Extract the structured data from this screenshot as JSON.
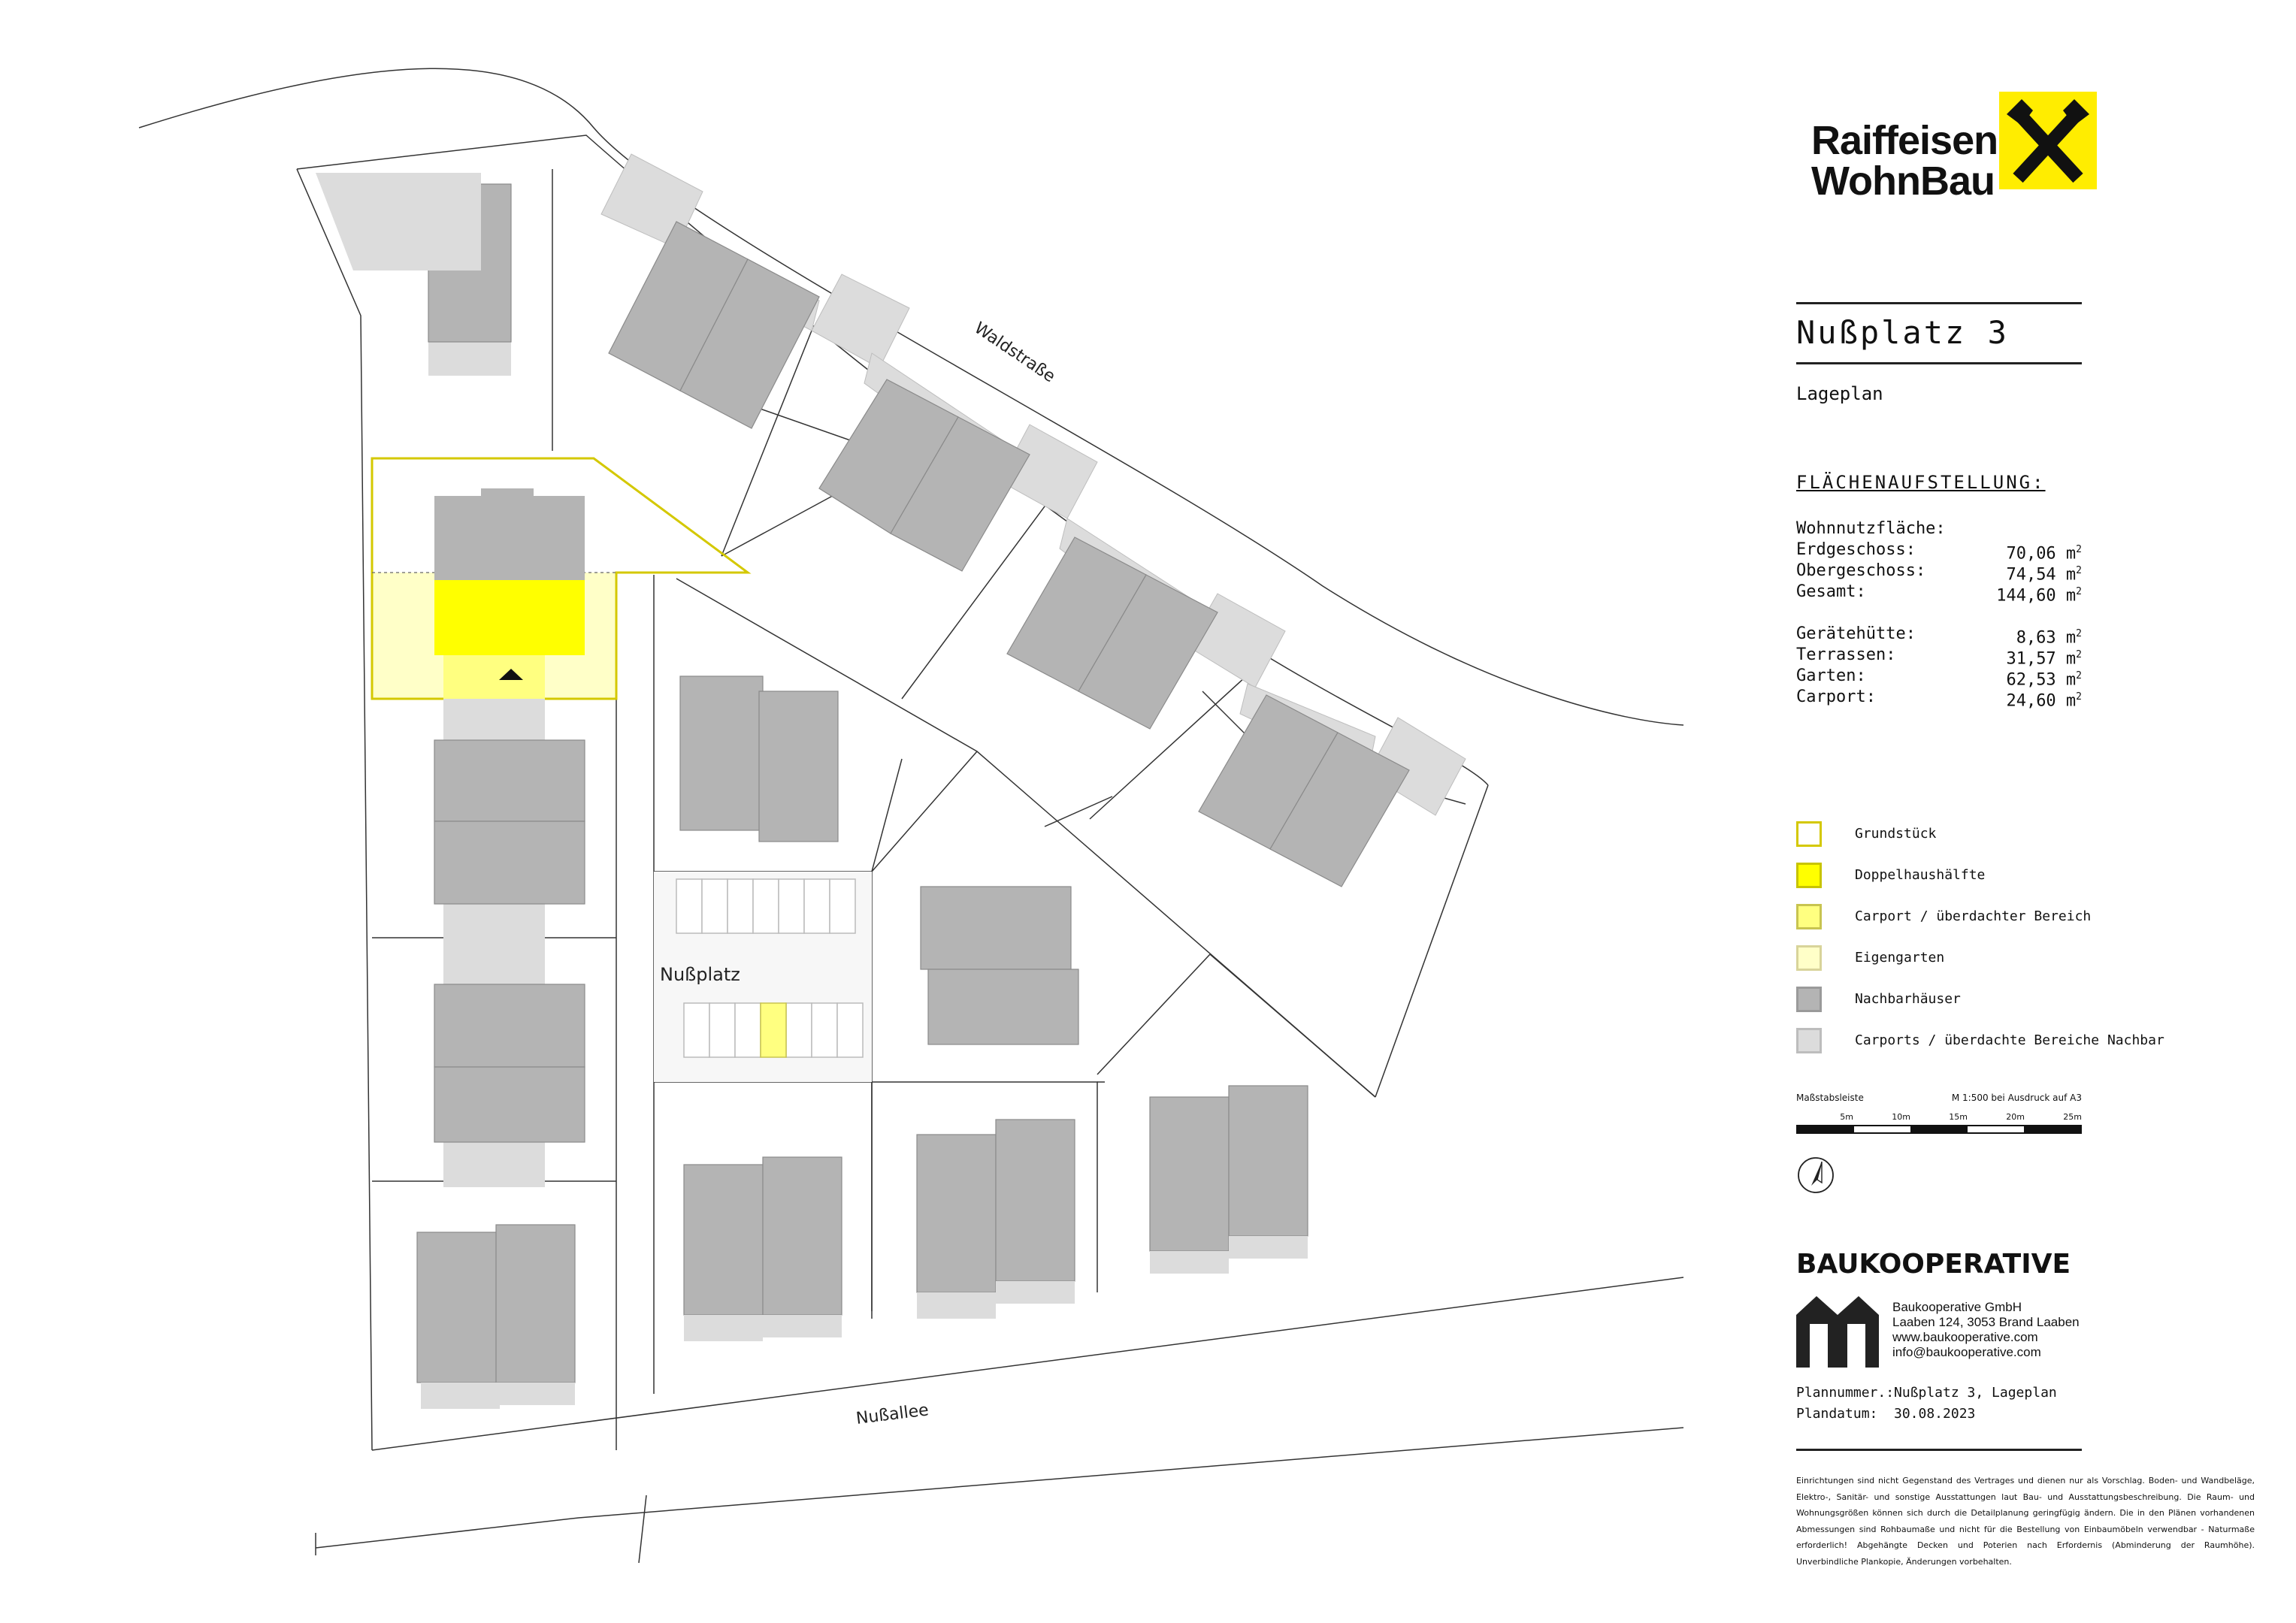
{
  "plan": {
    "streets": {
      "north": "Waldstraße",
      "south": "Nußallee"
    },
    "place": "Nußplatz"
  },
  "logo": {
    "line1": "Raiffeisen",
    "line2": "WohnBau"
  },
  "title": "Nußplatz 3",
  "subtitle": "Lageplan",
  "area_section": {
    "heading": "FLÄCHENAUFSTELLUNG:",
    "wohnnutz_label": "Wohnnutzfläche:",
    "rows": [
      {
        "label": "Erdgeschoss:",
        "value": "70,06 m"
      },
      {
        "label": "Obergeschoss:",
        "value": "74,54 m"
      },
      {
        "label": "Gesamt:",
        "value": "144,60 m"
      }
    ],
    "extra_rows": [
      {
        "label": "Gerätehütte:",
        "value": "8,63 m"
      },
      {
        "label": "Terrassen:",
        "value": "31,57 m"
      },
      {
        "label": "Garten:",
        "value": "62,53 m"
      },
      {
        "label": "Carport:",
        "value": "24,60 m"
      }
    ],
    "unit_superscript": "2"
  },
  "legend": [
    {
      "label": "Grundstück",
      "fill": "#ffffff",
      "border": "#d4c800"
    },
    {
      "label": "Doppelhaushälfte",
      "fill": "#ffff00",
      "border": "#c8c400"
    },
    {
      "label": "Carport / überdachter Bereich",
      "fill": "#ffff80",
      "border": "#c8c450"
    },
    {
      "label": "Eigengarten",
      "fill": "#ffffc8",
      "border": "#d8d49a"
    },
    {
      "label": "Nachbarhäuser",
      "fill": "#b4b4b4",
      "border": "#9a9a9a"
    },
    {
      "label": "Carports / überdachte Bereiche Nachbar",
      "fill": "#dcdcdc",
      "border": "#bdbdbd"
    }
  ],
  "scale": {
    "label": "Maßstabsleiste",
    "note": "M 1:500 bei Ausdruck auf A3",
    "ticks": [
      "5m",
      "10m",
      "15m",
      "20m",
      "25m"
    ]
  },
  "company": {
    "name": "BAUKOOPERATIVE",
    "lines": [
      "Baukooperative GmbH",
      "Laaben 124, 3053 Brand Laaben",
      "www.baukooperative.com",
      "info@baukooperative.com"
    ]
  },
  "plan_meta": {
    "number_label": "Plannummer.:",
    "number_value": "Nußplatz 3, Lageplan",
    "date_label": "Plandatum:",
    "date_value": "30.08.2023"
  },
  "disclaimer": "Einrichtungen sind nicht Gegenstand des Vertrages und dienen nur als Vorschlag. Boden- und Wandbeläge, Elektro-, Sanitär- und sonstige Ausstattungen laut Bau- und Ausstattungsbeschreibung. Die Raum- und Wohnungsgrößen können sich durch die Detailplanung geringfügig ändern. Die in den Plänen vorhandenen Abmessungen sind Rohbaumaße und nicht für die Bestellung von Einbaumöbeln verwendbar - Naturmaße erforderlich! Abgehängte Decken und Poterien nach Erfordernis (Abminderung der Raumhöhe). Unverbindliche Plankopie, Änderungen vorbehalten.",
  "colors": {
    "house": "#b4b4b4",
    "carport_neighbor": "#dcdcdc",
    "highlight": "#ffff00",
    "carport_own": "#ffff80",
    "garden_own": "#ffffc8",
    "plot_border": "#d4c800"
  },
  "icons": [
    "north-arrow-icon",
    "entrance-arrow-icon",
    "raiffeisen-cross-icon",
    "baukooperative-house-icon"
  ]
}
